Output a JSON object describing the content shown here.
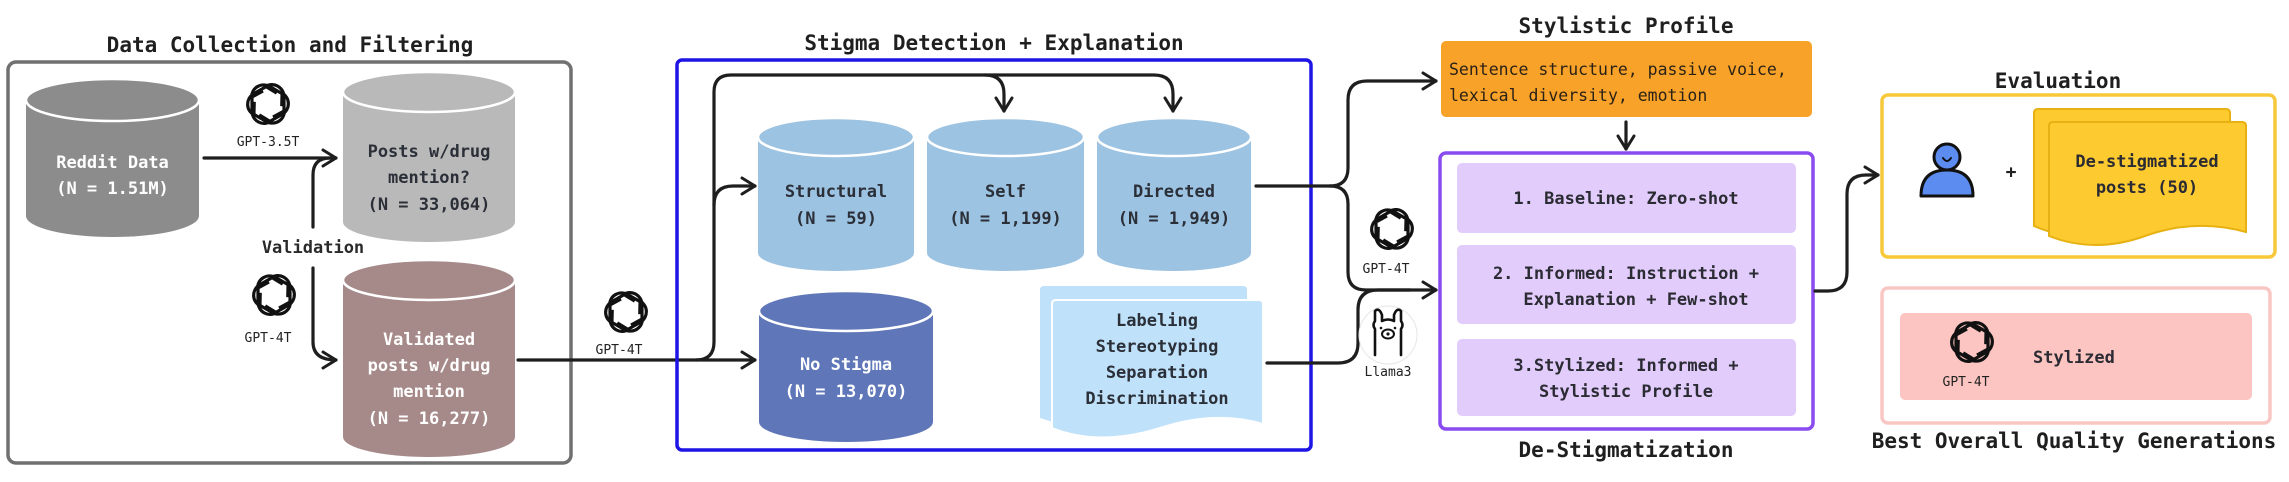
{
  "sections": {
    "collection": {
      "title": "Data Collection and Filtering",
      "reddit": {
        "line1": "Reddit Data",
        "line2": "(N = 1.51M)"
      },
      "posts": {
        "line1": "Posts w/drug",
        "line2": "mention?",
        "line3": "(N = 33,064)"
      },
      "validated": {
        "line1": "Validated",
        "line2": "posts w/drug",
        "line3": "mention",
        "line4": "(N = 16,277)"
      },
      "filter_model": "GPT-3.5T",
      "validation_label": "Validation",
      "validation_model": "GPT-4T"
    },
    "detection": {
      "title": "Stigma Detection + Explanation",
      "model": "GPT-4T",
      "structural": {
        "line1": "Structural",
        "line2": "(N = 59)"
      },
      "self": {
        "line1": "Self",
        "line2": "(N = 1,199)"
      },
      "directed": {
        "line1": "Directed",
        "line2": "(N = 1,949)"
      },
      "no_stigma": {
        "line1": "No Stigma",
        "line2": "(N = 13,070)"
      },
      "explanation_doc": [
        "Labeling",
        "Stereotyping",
        "Separation",
        "Discrimination"
      ]
    },
    "stylistic": {
      "title": "Stylistic Profile",
      "line1": "Sentence structure, passive voice,",
      "line2": "lexical diversity, emotion"
    },
    "destigmatization": {
      "title": "De-Stigmatization",
      "models": [
        "GPT-4T",
        "Llama3"
      ],
      "strategies": [
        {
          "lines": [
            "1. Baseline: Zero-shot"
          ]
        },
        {
          "lines": [
            "2. Informed: Instruction +",
            "Explanation + Few-shot"
          ]
        },
        {
          "lines": [
            "3.Stylized: Informed +",
            "Stylistic Profile"
          ]
        }
      ]
    },
    "evaluation": {
      "title": "Evaluation",
      "plus": "+",
      "doc": {
        "line1": "De-stigmatized",
        "line2": "posts (50)"
      }
    },
    "best": {
      "title": "Best Overall Quality Generations",
      "model": "GPT-4T",
      "label": "Stylized"
    }
  },
  "colors": {
    "reddit": "#8c8c8c",
    "posts": "#b9b9b9",
    "validated": "#a68a8a",
    "stigma_type": "#9dc3e2",
    "no_stigma": "#5f77b8",
    "explanation_doc": "#bfe1fa",
    "detection_border": "#1e14e6",
    "collection_border": "#707070",
    "stylistic": "#f8a22a",
    "destig_border": "#8a4cf0",
    "destig_item": "#e2ccfb",
    "evaluation_border": "#f7c93a",
    "evaluation_doc": "#fdca2f",
    "best_border": "#f8c7c4",
    "best_item": "#fdc5c1",
    "person": "#5c8cf0"
  }
}
